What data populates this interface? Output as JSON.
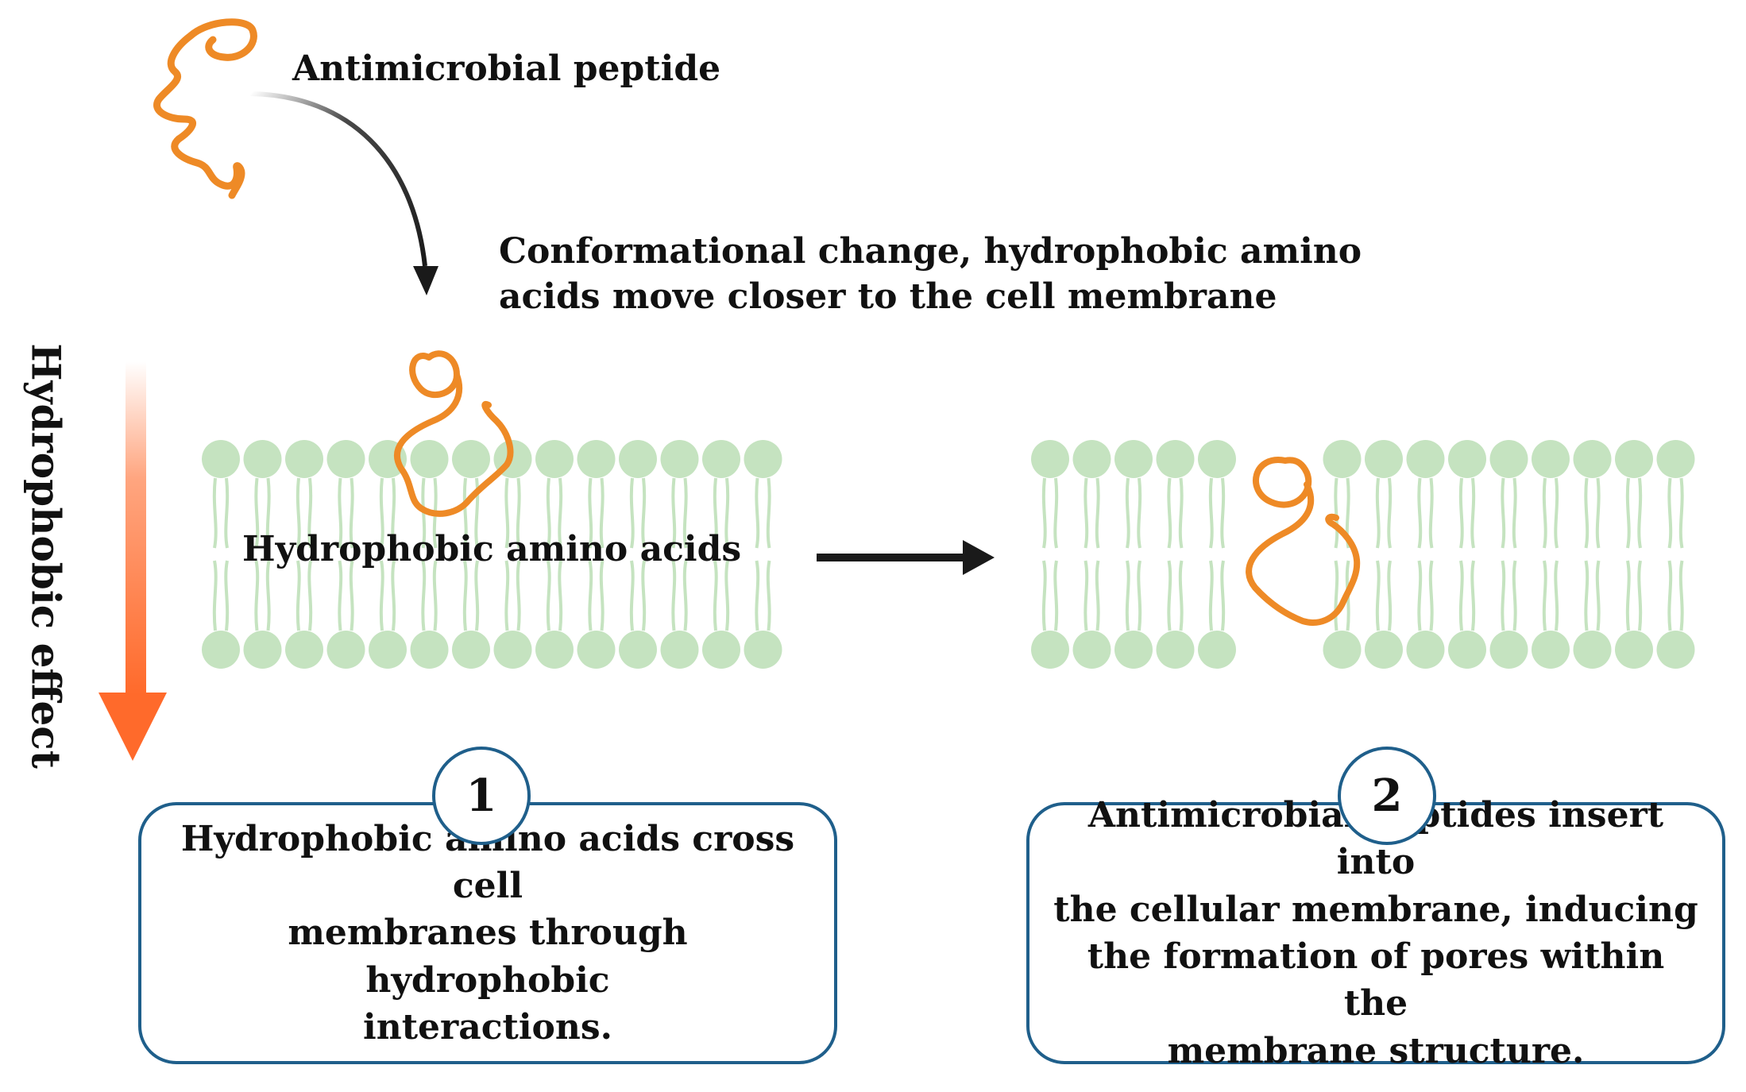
{
  "labels": {
    "peptide": "Antimicrobial peptide",
    "conformational_line1": "Conformational change, hydrophobic amino",
    "conformational_line2": "acids move closer to the cell membrane",
    "hydrophobic_amino_acids": "Hydrophobic amino acids",
    "hydrophobic_effect": "Hydrophobic effect"
  },
  "steps": [
    {
      "number": "1",
      "lines": [
        "Hydrophobic amino acids cross cell",
        "membranes through hydrophobic",
        "interactions."
      ]
    },
    {
      "number": "2",
      "lines": [
        "Antimicrobial peptides insert into",
        "the cellular membrane, inducing",
        "the formation of pores within the",
        "membrane structure."
      ]
    }
  ],
  "colors": {
    "membrane": "#c5e3c0",
    "peptide": "#ee8a26",
    "box_border": "#1f5f8b",
    "gradient_arrow": "#ff6a2b",
    "arrow": "#1a1a1a"
  }
}
